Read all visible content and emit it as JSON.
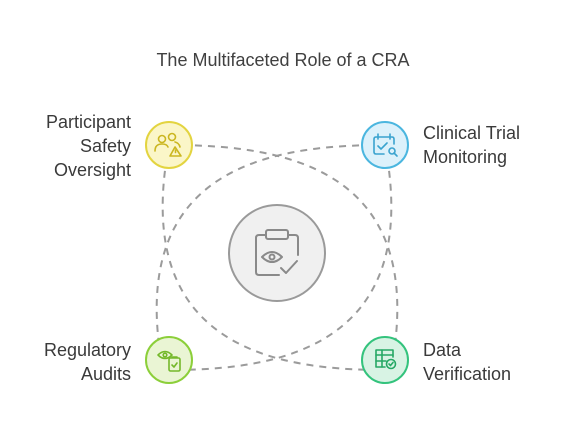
{
  "title": "The Multifaceted Role of a CRA",
  "nodes": {
    "top_left": {
      "lines": [
        "Participant",
        "Safety",
        "Oversight"
      ],
      "icon": "people-warning-icon",
      "fill": "#fbf6c8",
      "stroke": "#e3d440"
    },
    "top_right": {
      "lines": [
        "Clinical Trial",
        "Monitoring"
      ],
      "icon": "calendar-check-icon",
      "fill": "#dcf1fb",
      "stroke": "#4bb6df"
    },
    "bottom_left": {
      "lines": [
        "Regulatory",
        "Audits"
      ],
      "icon": "eye-clipboard-icon",
      "fill": "#eaf5d4",
      "stroke": "#8ccf3a"
    },
    "bottom_right": {
      "lines": [
        "Data",
        "Verification"
      ],
      "icon": "table-check-icon",
      "fill": "#d8f3e4",
      "stroke": "#34c37d"
    },
    "center": {
      "icon": "clipboard-eye-check-icon",
      "fill": "#f0f0f0",
      "stroke": "#9a9a9a"
    }
  }
}
